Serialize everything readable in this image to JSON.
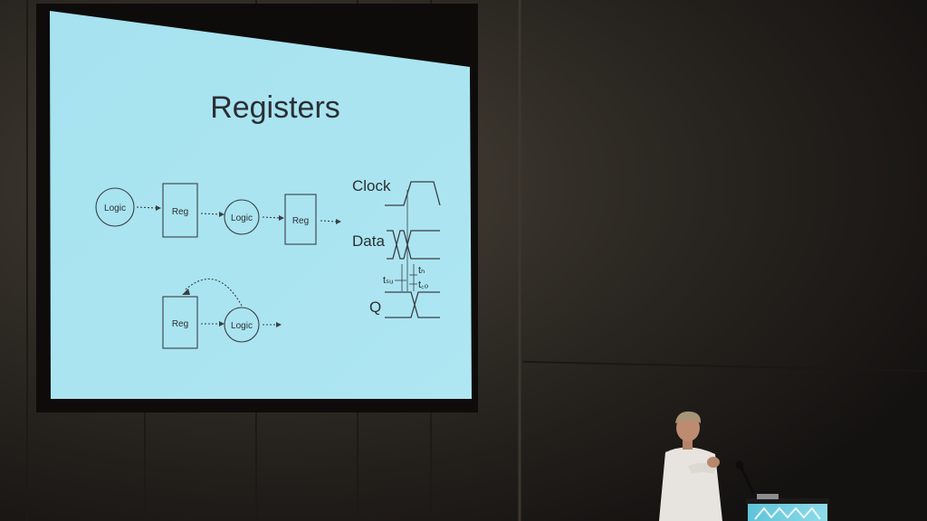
{
  "slide": {
    "title": "Registers",
    "pipeline": {
      "top": [
        "Logic",
        "Reg",
        "Logic",
        "Reg"
      ],
      "bottom": [
        "Reg",
        "Logic"
      ]
    },
    "timing": {
      "clock_label": "Clock",
      "data_label": "Data",
      "q_label": "Q",
      "th_label": "tₕ",
      "tsu_label": "tₛᵤ",
      "tco_label": "t꜀ₒ"
    }
  },
  "colors": {
    "slide_background": "#a9e3f0",
    "diagram_ink": "#3a3f44",
    "wall": "#2a2621"
  }
}
